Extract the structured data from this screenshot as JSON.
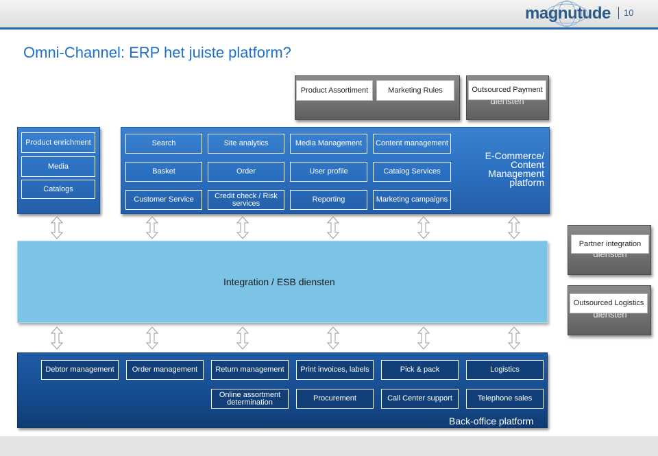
{
  "header": {
    "logo_text": "magnutude",
    "page_number": "10",
    "brand_color": "#1f63b1"
  },
  "title": "Omni-Channel: ERP het juiste platform?",
  "top_services": {
    "product_assortiment": "Product Assortiment",
    "marketing_rules": "Marketing Rules",
    "outsourced_payment": "Outsourced Payment",
    "ghost_label": "diensten"
  },
  "left_column": {
    "product_enrichment": "Product enrichment",
    "media": "Media",
    "catalogs": "Catalogs"
  },
  "ecommerce": {
    "platform_label": "E-Commerce/ Content Management platform",
    "search": "Search",
    "site_analytics": "Site analytics",
    "media_management": "Media Management",
    "content_management": "Content management",
    "basket": "Basket",
    "order": "Order",
    "user_profile": "User profile",
    "catalog_services": "Catalog Services",
    "customer_service": "Customer Service",
    "credit_check": "Credit check / Risk services",
    "reporting": "Reporting",
    "marketing_campaigns": "Marketing campaigns"
  },
  "integration": {
    "label": "Integration / ESB diensten"
  },
  "side_services": {
    "partner_integration": "Partner integration",
    "outsourced_logistics": "Outsourced Logistics",
    "ghost_label": "diensten"
  },
  "backoffice": {
    "platform_label": "Back-office platform",
    "debtor_management": "Debtor management",
    "order_management": "Order management",
    "return_management": "Return management",
    "print_invoices": "Print invoices, labels",
    "pick_pack": "Pick & pack",
    "logistics": "Logistics",
    "online_assortment": "Online assortment determination",
    "procurement": "Procurement",
    "call_center": "Call Center support",
    "telephone_sales": "Telephone sales"
  }
}
